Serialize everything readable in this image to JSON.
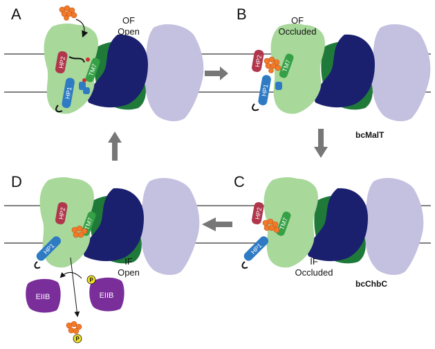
{
  "panels": {
    "A": {
      "letter": "A",
      "state_line1": "OF",
      "state_line2": "Open"
    },
    "B": {
      "letter": "B",
      "state_line1": "OF",
      "state_line2": "Occluded"
    },
    "C": {
      "letter": "C",
      "state_line1": "IF",
      "state_line2": "Occluded"
    },
    "D": {
      "letter": "D",
      "state_line1": "IF",
      "state_line2": "Open"
    }
  },
  "side_labels": {
    "top": "bcMalT",
    "bottom": "bcChbC"
  },
  "helix_labels": {
    "hp1": "HP1",
    "hp2": "HP2",
    "tm7": "TM7"
  },
  "partner": {
    "label": "EIIB",
    "phospho": "P"
  },
  "colors": {
    "transport_domain": "#a8d89a",
    "scaffold_dark": "#1a1f6e",
    "scaffold_green": "#1f7a3a",
    "protomer_light": "#c4c0e0",
    "hp1": "#2e7bc4",
    "hp2": "#b0364c",
    "tm7": "#36a046",
    "substrate": "#f07a28",
    "eiib": "#7a2e9a",
    "phospho": "#f0e02a",
    "arrow": "#777777",
    "membrane_line": "#333333"
  }
}
